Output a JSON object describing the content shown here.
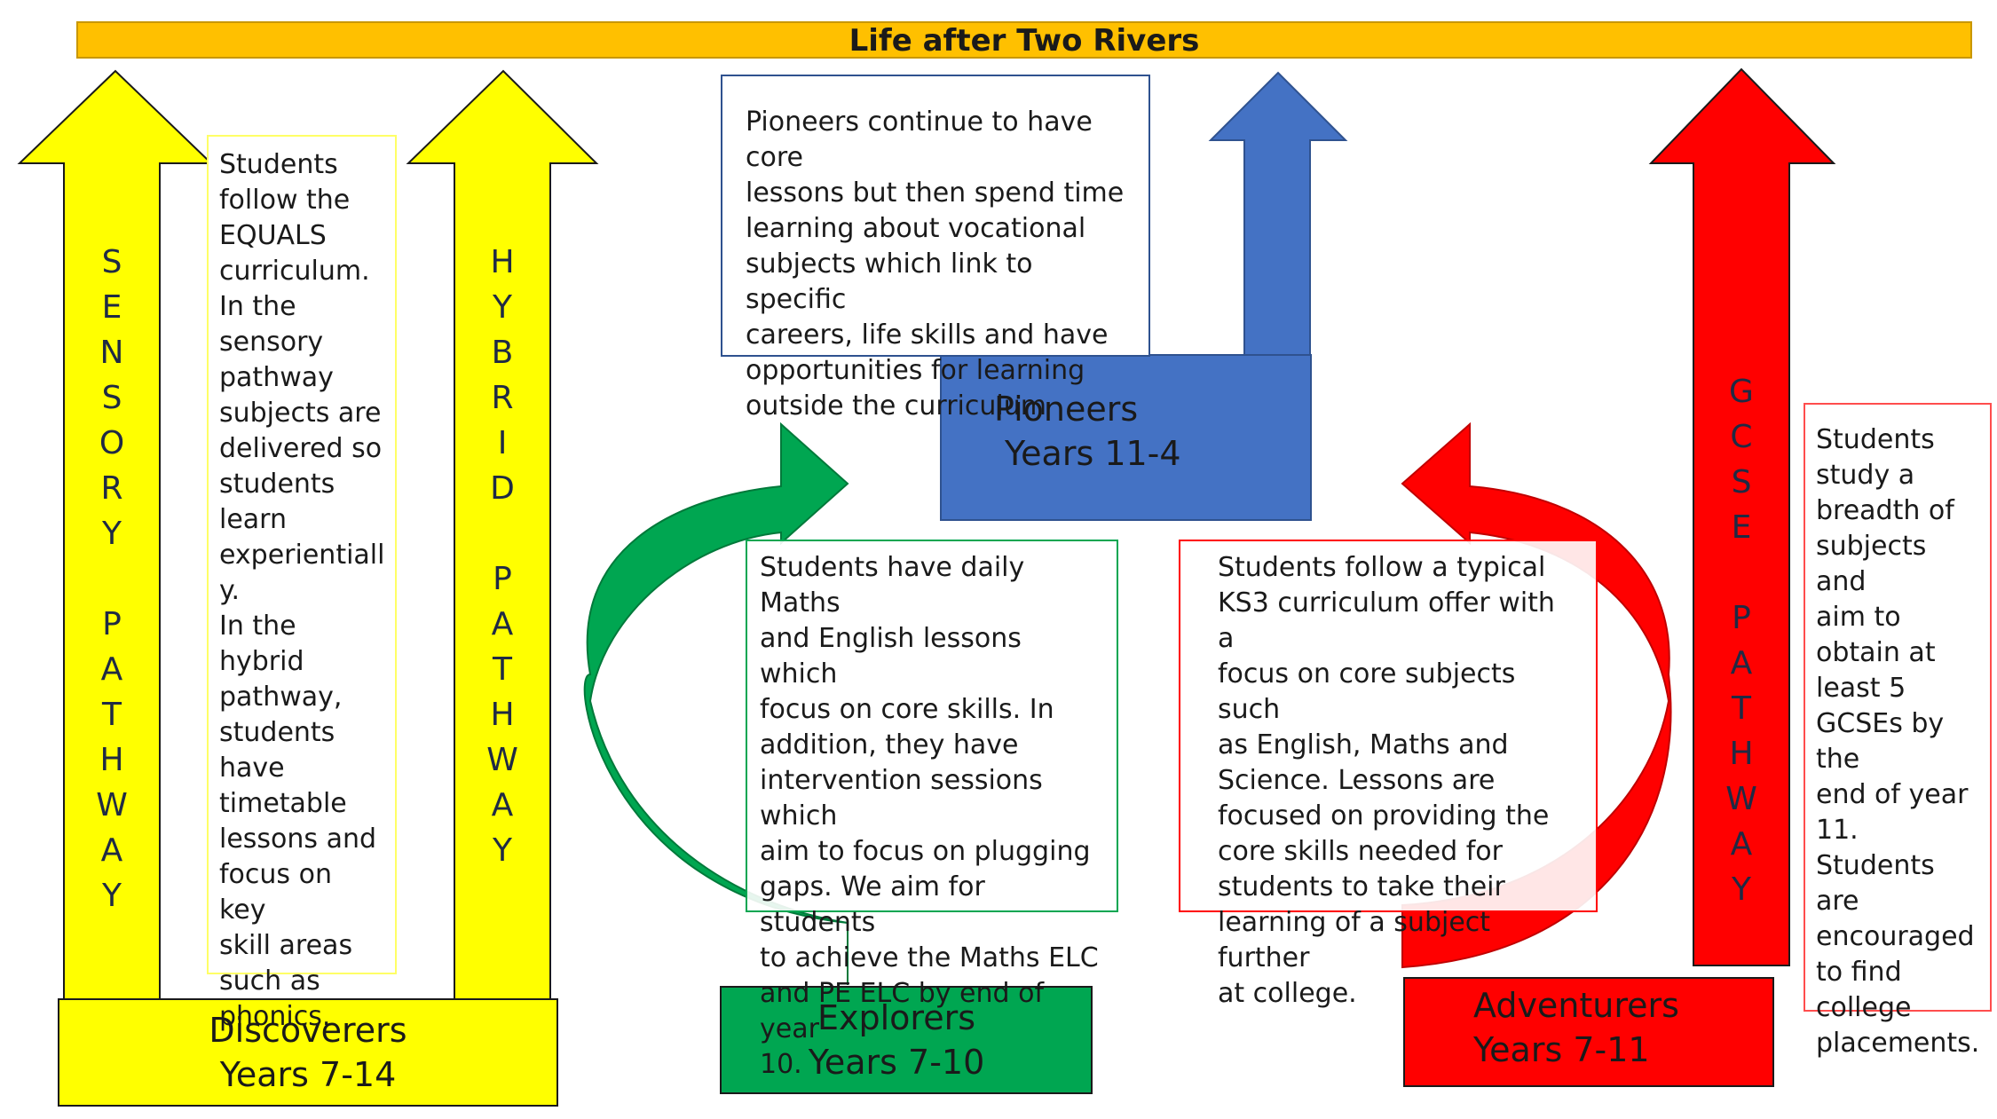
{
  "title": "Life after Two Rivers",
  "colors": {
    "banner": "#ffc000",
    "yellow": "#ffff00",
    "blue": "#4472c4",
    "green": "#00a651",
    "red": "#ff0000"
  },
  "pathways": {
    "sensory": [
      "S",
      "E",
      "N",
      "S",
      "O",
      "R",
      "Y",
      "",
      "P",
      "A",
      "T",
      "H",
      "W",
      "A",
      "Y"
    ],
    "hybrid": [
      "H",
      "Y",
      "B",
      "R",
      "I",
      "D",
      "",
      "P",
      "A",
      "T",
      "H",
      "W",
      "A",
      "Y"
    ],
    "gcse": [
      "G",
      "C",
      "S",
      "E",
      "",
      "P",
      "A",
      "T",
      "H",
      "W",
      "A",
      "Y"
    ]
  },
  "groups": {
    "discoverers": {
      "name": "Discoverers",
      "years": "Years 7-14"
    },
    "explorers": {
      "name": "Explorers",
      "years": "Years 7-10"
    },
    "pioneers": {
      "name": "Pioneers",
      "years": "Years 11-4"
    },
    "adventurers": {
      "name": "Adventurers",
      "years": "Years 7-11"
    }
  },
  "descriptions": {
    "discoverers": [
      "Students",
      "follow the",
      "EQUALS",
      "curriculum.",
      "In the",
      "sensory",
      "pathway",
      "subjects are",
      "delivered so",
      "students",
      "learn",
      "experientiall",
      "y.",
      "In the hybrid",
      "pathway,",
      "students",
      "have",
      "timetable",
      "lessons and",
      "focus on key",
      "skill areas",
      "such as",
      "phonics."
    ],
    "pioneers": [
      "Pioneers continue to have core",
      "lessons but then spend time",
      "learning about vocational",
      "subjects which link to specific",
      "careers, life skills and have",
      "opportunities for learning",
      "outside the curriculum"
    ],
    "explorers": [
      "Students have daily Maths",
      "and English lessons which",
      "focus on core skills. In",
      "addition, they have",
      "intervention sessions which",
      "aim to focus on plugging",
      "gaps. We aim for students",
      "to achieve the Maths ELC",
      "and PE ELC by end of year",
      "10."
    ],
    "adventurers": [
      "Students follow a typical",
      "KS3 curriculum offer with a",
      "focus on core subjects such",
      "as English, Maths and",
      "Science. Lessons are",
      "focused on providing the",
      "core skills needed for",
      "students to take their",
      "learning of a subject further",
      "at college."
    ],
    "gcse": [
      "Students",
      "study a",
      "breadth of",
      "subjects and",
      "aim to",
      "obtain at",
      "least 5",
      "GCSEs by the",
      "end of year",
      "11. Students",
      "are",
      "encouraged",
      "to find",
      "college",
      "placements."
    ]
  }
}
